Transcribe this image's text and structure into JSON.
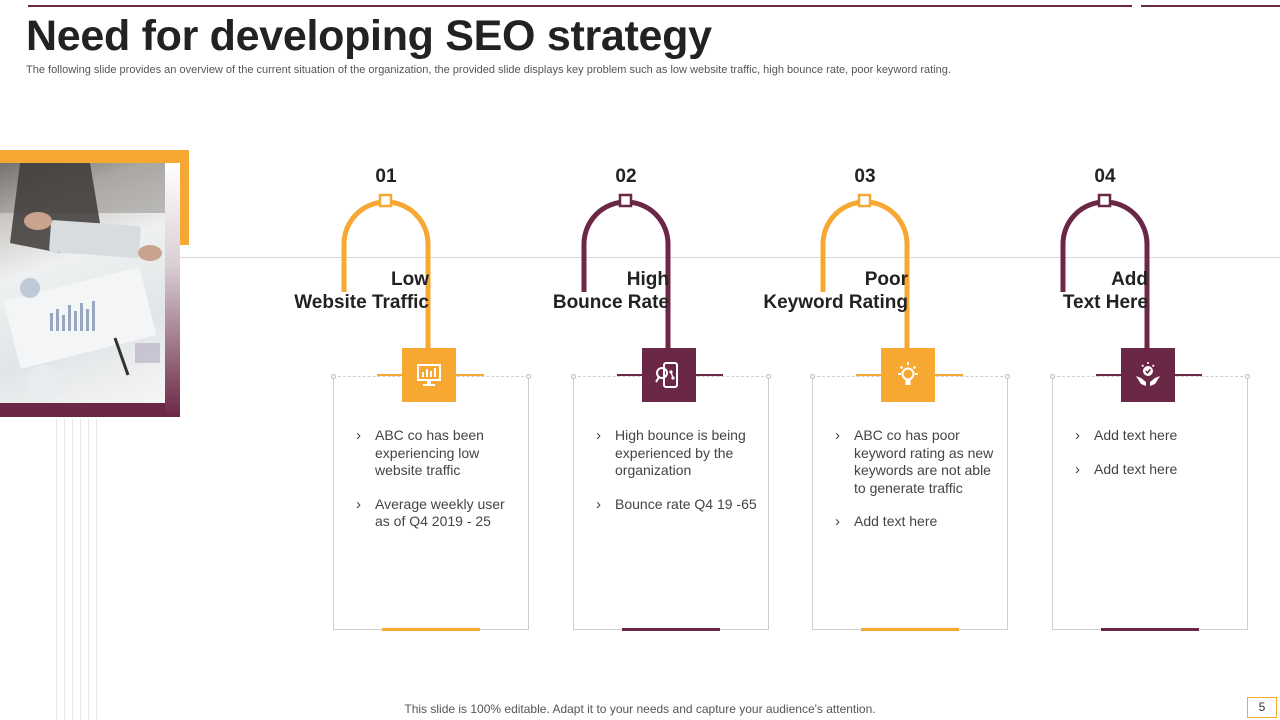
{
  "slide": {
    "title": "Need for developing SEO strategy",
    "subtitle": "The following slide provides an overview of the current situation of the organization, the provided slide displays key problem such as low website traffic, high bounce rate, poor keyword rating.",
    "footer": "This slide is 100% editable. Adapt it to your needs and capture your audience's attention.",
    "page_number": "5"
  },
  "colors": {
    "orange": "#f6a833",
    "maroon": "#6b2746"
  },
  "columns": [
    {
      "number": "01",
      "heading_line1": "Low",
      "heading_line2": "Website Traffic",
      "color": "orange",
      "icon": "monitor-chart-icon",
      "bullets": [
        "ABC co has been experiencing low website traffic",
        "Average weekly user as of Q4 2019 - 25"
      ]
    },
    {
      "number": "02",
      "heading_line1": "High",
      "heading_line2": "Bounce Rate",
      "color": "maroon",
      "icon": "mobile-analytics-icon",
      "bullets": [
        "High bounce is being experienced by the organization",
        "Bounce rate Q4 19 -65"
      ]
    },
    {
      "number": "03",
      "heading_line1": "Poor",
      "heading_line2": "Keyword Rating",
      "color": "orange",
      "icon": "lightbulb-icon",
      "bullets": [
        "ABC co has poor keyword rating as new keywords are not able to generate traffic",
        "Add text here"
      ]
    },
    {
      "number": "04",
      "heading_line1": "Add",
      "heading_line2": "Text Here",
      "color": "maroon",
      "icon": "hands-growth-icon",
      "bullets": [
        "Add text here",
        "Add text here"
      ]
    }
  ]
}
